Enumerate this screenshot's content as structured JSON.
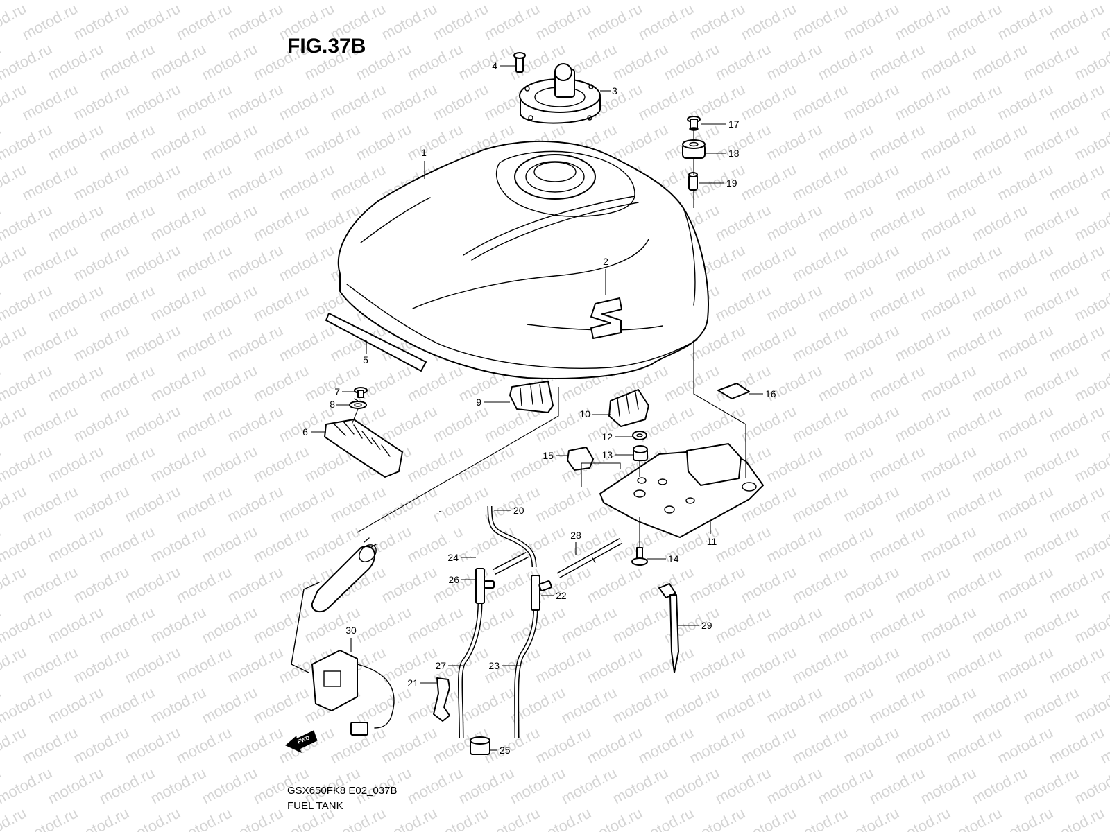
{
  "figure": {
    "title": "FIG.37B",
    "model_code": "GSX650FK8 E02_037B",
    "caption": "FUEL TANK",
    "fwd_label": "FWD",
    "watermark": "motod.ru"
  },
  "callouts": [
    {
      "id": "1",
      "label": "1"
    },
    {
      "id": "2",
      "label": "2"
    },
    {
      "id": "3",
      "label": "3"
    },
    {
      "id": "4",
      "label": "4"
    },
    {
      "id": "5",
      "label": "5"
    },
    {
      "id": "6",
      "label": "6"
    },
    {
      "id": "7",
      "label": "7"
    },
    {
      "id": "8",
      "label": "8"
    },
    {
      "id": "9",
      "label": "9"
    },
    {
      "id": "10",
      "label": "10"
    },
    {
      "id": "11",
      "label": "11"
    },
    {
      "id": "12",
      "label": "12"
    },
    {
      "id": "13",
      "label": "13"
    },
    {
      "id": "14",
      "label": "14"
    },
    {
      "id": "15",
      "label": "15"
    },
    {
      "id": "16",
      "label": "16"
    },
    {
      "id": "17",
      "label": "17"
    },
    {
      "id": "18",
      "label": "18"
    },
    {
      "id": "19",
      "label": "19"
    },
    {
      "id": "20",
      "label": "20"
    },
    {
      "id": "21",
      "label": "21"
    },
    {
      "id": "22",
      "label": "22"
    },
    {
      "id": "23",
      "label": "23"
    },
    {
      "id": "24",
      "label": "24"
    },
    {
      "id": "25",
      "label": "25"
    },
    {
      "id": "26",
      "label": "26"
    },
    {
      "id": "27",
      "label": "27"
    },
    {
      "id": "28",
      "label": "28"
    },
    {
      "id": "29",
      "label": "29"
    },
    {
      "id": "30",
      "label": "30"
    }
  ]
}
